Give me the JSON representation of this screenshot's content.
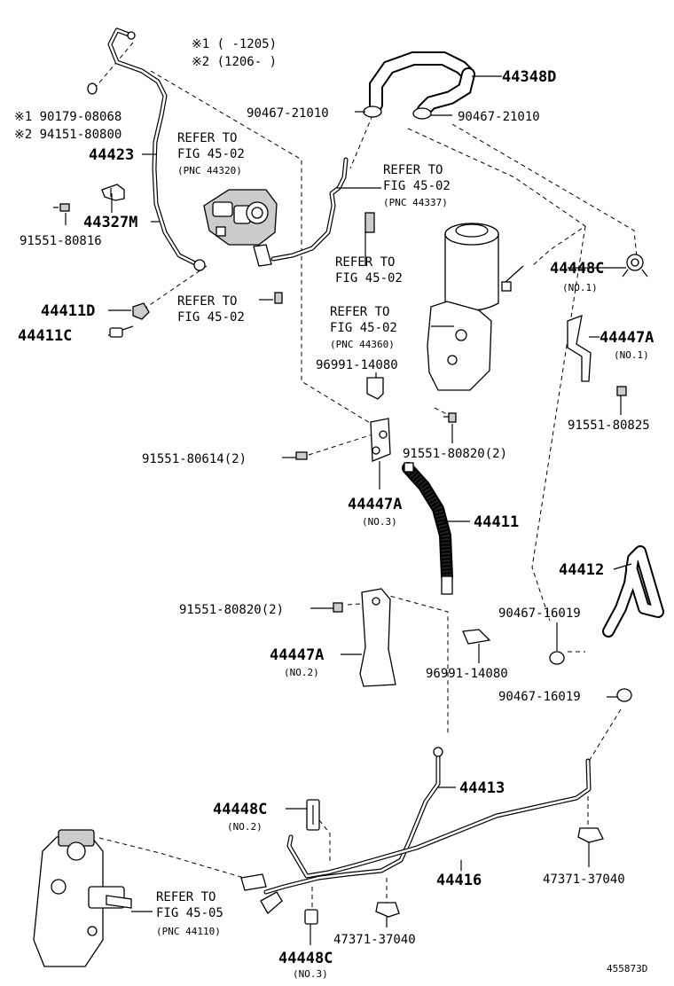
{
  "notes": {
    "n1": "※1 (    -1205)",
    "n2": "※2 (1206-    )"
  },
  "refs": {
    "r1": [
      "REFER TO",
      "FIG 45-02",
      "(PNC 44320)"
    ],
    "r2": [
      "REFER TO",
      "FIG 45-02",
      "(PNC 44337)"
    ],
    "r3": [
      "REFER TO",
      "FIG 45-02"
    ],
    "r4": [
      "REFER TO",
      "FIG 45-02"
    ],
    "r5": [
      "REFER TO",
      "FIG 45-02",
      "(PNC 44360)"
    ],
    "r6": [
      "REFER TO",
      "FIG 45-05",
      "(PNC 44110)"
    ]
  },
  "labels": {
    "p44348D": "44348D",
    "p90467_21010a": "90467-21010",
    "p90467_21010b": "90467-21010",
    "p90179": "※1 90179-08068",
    "p94151": "※2 94151-80800",
    "p44423": "44423",
    "p44327M": "44327M",
    "p91551_80816": "91551-80816",
    "p44411D": "44411D",
    "p44411C": "44411C",
    "p44448C_1": "44448C",
    "no1a": "(NO.1)",
    "p44447A_1": "44447A",
    "no1b": "(NO.1)",
    "p91551_80825": "91551-80825",
    "p96991a": "96991-14080",
    "p91551_80614": "91551-80614(2)",
    "p91551_80820a": "91551-80820(2)",
    "p44447A_3": "44447A",
    "no3a": "(NO.3)",
    "p44411": "44411",
    "p44412": "44412",
    "p90467_16019a": "90467-16019",
    "p91551_80820b": "91551-80820(2)",
    "p44447A_2": "44447A",
    "no2a": "(NO.2)",
    "p96991b": "96991-14080",
    "p90467_16019b": "90467-16019",
    "p44413": "44413",
    "p44448C_2": "44448C",
    "no2b": "(NO.2)",
    "p44416": "44416",
    "p47371a": "47371-37040",
    "p47371b": "47371-37040",
    "p44448C_3": "44448C",
    "no3b": "(NO.3)",
    "diagram_id": "455873D"
  }
}
